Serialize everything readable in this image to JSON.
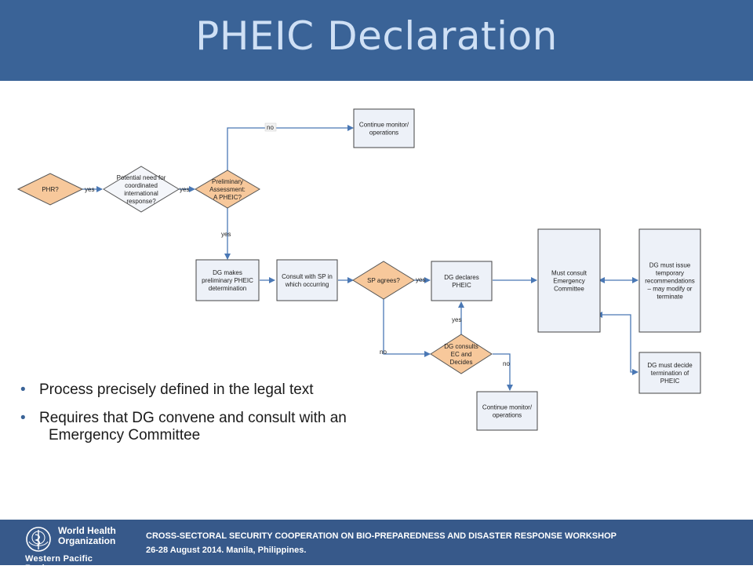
{
  "slide": {
    "title": "PHEIC Declaration",
    "bullets": [
      {
        "line1": "Process precisely defined in the legal text",
        "line2": ""
      },
      {
        "line1": "Requires that DG convene and consult with an",
        "line2": "Emergency Committee"
      }
    ]
  },
  "flowchart": {
    "nodes": {
      "phr": [
        "PHR?"
      ],
      "potential": [
        "Potential need for",
        "coordinated",
        "international",
        "response?"
      ],
      "prelim": [
        "Preliminary",
        "Assessment:",
        "A PHEIC?"
      ],
      "monitor1": [
        "Continue monitor/",
        "operations"
      ],
      "dg_prelim": [
        "DG makes",
        "preliminary PHEIC",
        "determination"
      ],
      "consult_sp": [
        "Consult with SP in",
        "which occurring"
      ],
      "sp_agrees": [
        "SP agrees?"
      ],
      "dg_declares": [
        "DG declares",
        "PHEIC"
      ],
      "must_consult": [
        "Must consult",
        "Emergency",
        "Committee"
      ],
      "dg_issue": [
        "DG must issue",
        "temporary",
        "recommendations",
        "– may modify or",
        "terminate"
      ],
      "dg_decide": [
        "DG must  decide",
        "termination of",
        "PHEIC"
      ],
      "dg_consults": [
        "DG consults",
        "EC and",
        "Decides"
      ],
      "monitor2": [
        "Continue monitor/",
        "operations"
      ]
    },
    "edge_labels": {
      "phr_potential": "yes",
      "potential_prelim": "yes",
      "prelim_monitor": "no",
      "prelim_dg": "yes",
      "sp_declares": "yes",
      "sp_consults": "no",
      "consults_declares": "yes",
      "consults_monitor": "no"
    }
  },
  "footer": {
    "org_name_line1": "World Health",
    "org_name_line2": "Organization",
    "region": "Western Pacific Region",
    "workshop": "CROSS-SECTORAL SECURITY COOPERATION ON BIO-PREPAREDNESS AND DISASTER RESPONSE WORKSHOP",
    "dates": "26-28 August 2014. Manila, Philippines."
  },
  "colors": {
    "header_bg": "#3a6397",
    "title_text": "#cfe0f5",
    "diamond_fill": "#f7c89b",
    "box_fill": "#edf1f8",
    "arrow": "#4a78b5",
    "footer_bg": "#37598a"
  }
}
